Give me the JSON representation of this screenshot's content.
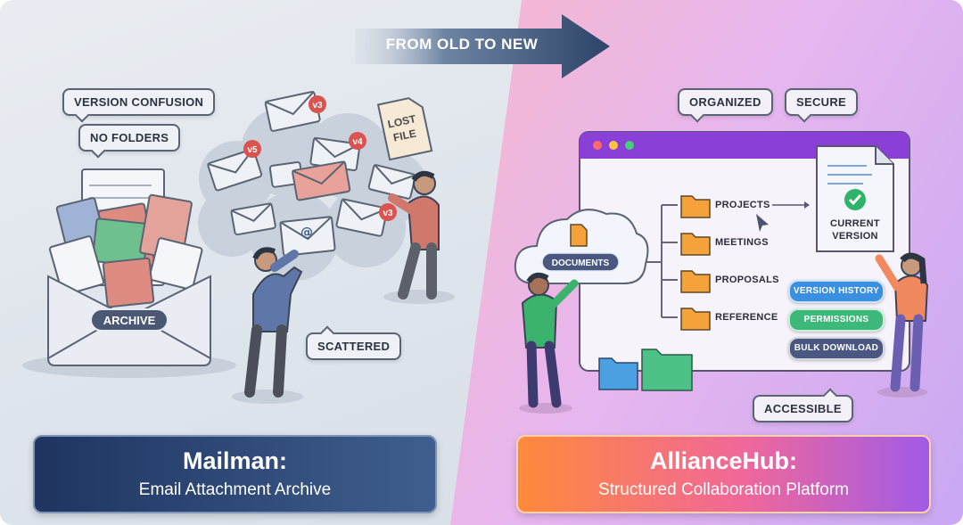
{
  "banner": {
    "text": "FROM OLD TO NEW"
  },
  "old_side": {
    "tags": {
      "version_confusion": "VERSION CONFUSION",
      "no_folders": "NO FOLDERS",
      "scattered": "SCATTERED",
      "lost_file": "LOST FILE"
    },
    "archive_label": "ARCHIVE",
    "version_badges": [
      "v3",
      "v5",
      "v4",
      "v3"
    ],
    "email_symbol": "@",
    "panel": {
      "title": "Mailman:",
      "subtitle": "Email Attachment Archive"
    }
  },
  "new_side": {
    "tags": {
      "organized": "ORGANIZED",
      "secure": "SECURE",
      "accessible": "ACCESSIBLE"
    },
    "cloud_label": "DOCUMENTS",
    "folders": [
      "PROJECTS",
      "MEETINGS",
      "PROPOSALS",
      "REFERENCE"
    ],
    "current_doc": {
      "line1": "CURRENT",
      "line2": "VERSION"
    },
    "actions": [
      {
        "label": "VERSION HISTORY",
        "color": "#3b8fe0"
      },
      {
        "label": "PERMISSIONS",
        "color": "#3cb87a"
      },
      {
        "label": "BULK DOWNLOAD",
        "color": "#4a5780"
      }
    ],
    "panel": {
      "title": "AllianceHub:",
      "subtitle": "Structured Collaboration Platform"
    }
  },
  "colors": {
    "old_panel": "#1f3560",
    "new_panel_start": "#ff8a3c",
    "new_panel_end": "#a15be8",
    "folder": "#f6a23a",
    "window_bar": "#8a3fd6"
  }
}
